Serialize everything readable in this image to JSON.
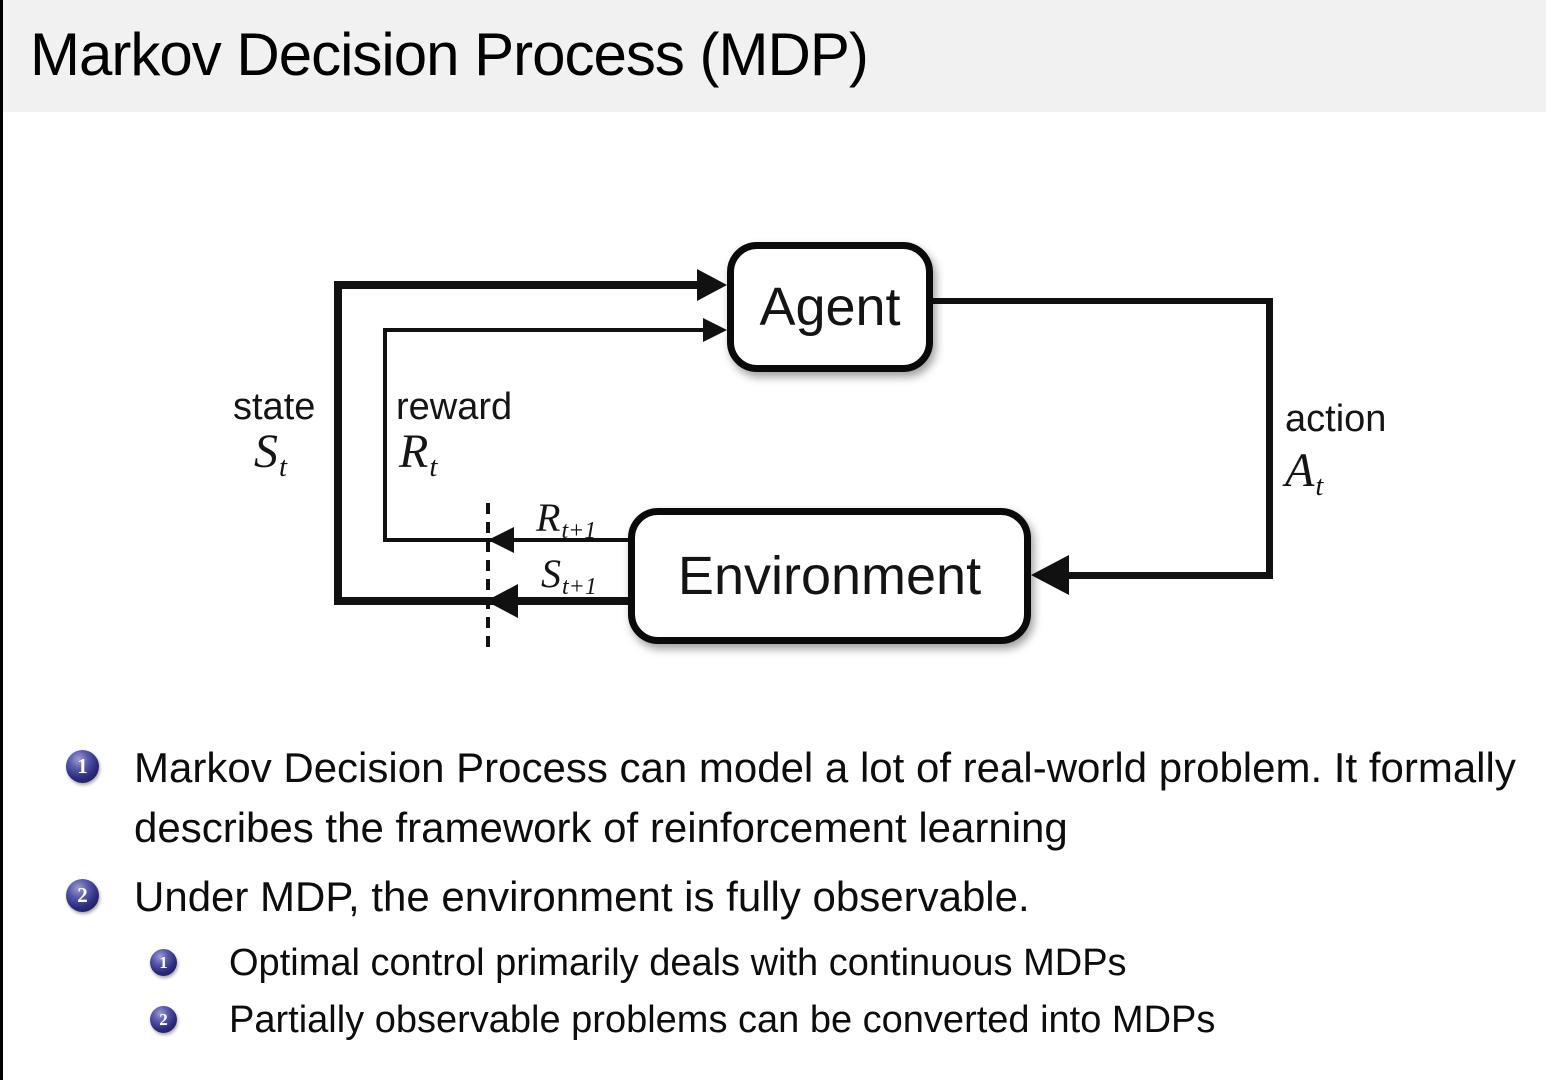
{
  "slide": {
    "title": "Markov Decision Process (MDP)"
  },
  "diagram": {
    "agent_label": "Agent",
    "environment_label": "Environment",
    "state_label": "state",
    "reward_label": "reward",
    "action_label": "action",
    "state_symbol": {
      "base": "S",
      "sub": "t"
    },
    "reward_symbol": {
      "base": "R",
      "sub": "t"
    },
    "action_symbol": {
      "base": "A",
      "sub": "t"
    },
    "next_reward_symbol": {
      "base": "R",
      "sub": "t+1"
    },
    "next_state_symbol": {
      "base": "S",
      "sub": "t+1"
    }
  },
  "bullets": [
    {
      "marker": "1",
      "text": "Markov Decision Process can model a lot of real-world problem. It formally describes the framework of reinforcement learning"
    },
    {
      "marker": "2",
      "text": "Under MDP, the environment is fully observable.",
      "children": [
        {
          "marker": "1",
          "text": "Optimal control primarily deals with continuous MDPs"
        },
        {
          "marker": "2",
          "text": "Partially observable problems can be converted into MDPs"
        }
      ]
    }
  ],
  "colors": {
    "title_band_bg": "#f1f1f2",
    "body_bg": "#ffffff",
    "line_black": "#111111",
    "enum_ball_blue": "#2b2b7e",
    "text_black": "#0d0d0d"
  }
}
